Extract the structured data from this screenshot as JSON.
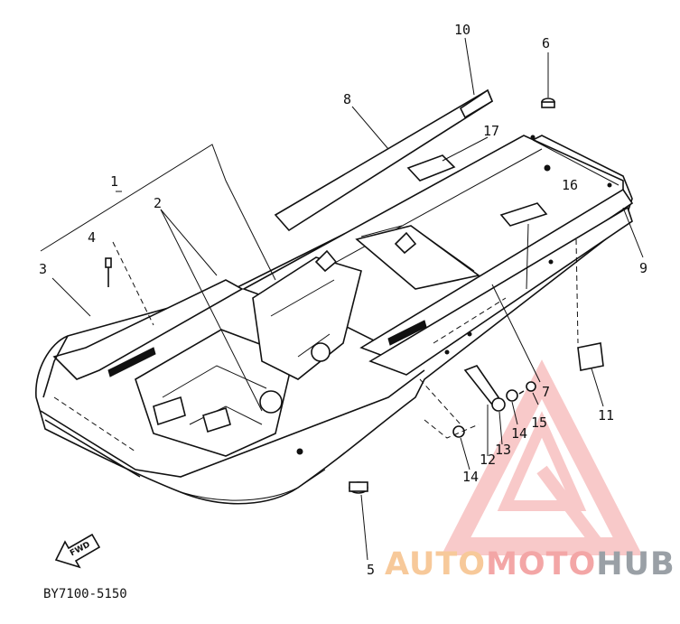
{
  "diagram_code": "BY7100-5150",
  "fwd_label": "FWD",
  "watermark": {
    "part1": "AUTO",
    "part2": "MOTO",
    "part3": "HUB"
  },
  "callouts": [
    "1",
    "2",
    "3",
    "4",
    "5",
    "6",
    "7",
    "8",
    "9",
    "10",
    "11",
    "12",
    "13",
    "14",
    "14",
    "15",
    "16",
    "17"
  ],
  "colors": {
    "line": "#111111",
    "watermark_triangle": "#f08a8a",
    "watermark_auto": "#f7c99a",
    "watermark_hub": "#9aa0a6"
  }
}
